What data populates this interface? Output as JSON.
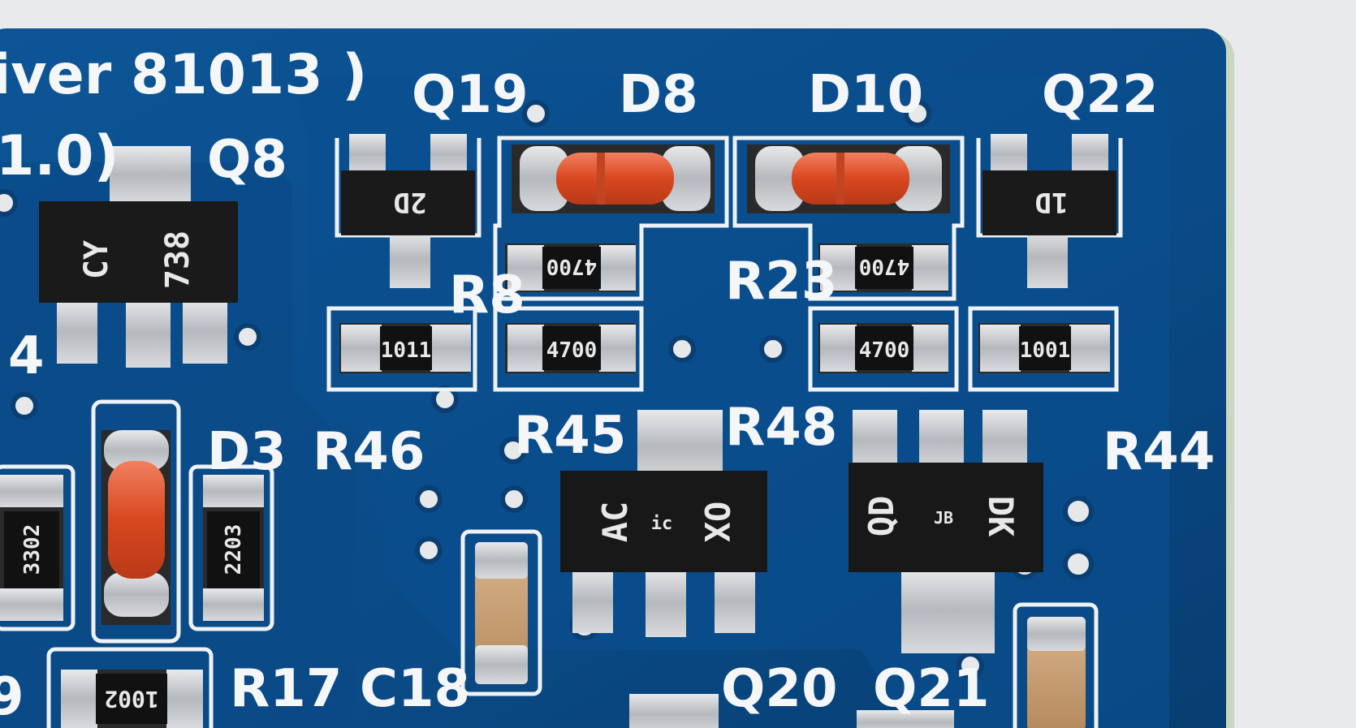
{
  "board": {
    "title_fragment": "iver 81013 )",
    "version_fragment": "1.0)"
  },
  "designators": {
    "Q19": "Q19",
    "D8": "D8",
    "D10": "D10",
    "Q22": "Q22",
    "Q8": "Q8",
    "R8": "R8",
    "R23": "R23",
    "R45": "R45",
    "R48": "R48",
    "R46": "R46",
    "R44": "R44",
    "D3": "D3",
    "R17": "R17",
    "C18": "C18",
    "Q20": "Q20",
    "Q21": "Q21",
    "edge_4": "4",
    "edge_9": "9"
  },
  "part_markings": {
    "q19_code": "2D",
    "q22_code": "1D",
    "q8_line1": "CY",
    "q8_line2": "738",
    "r8_value": "4700",
    "r23_value": "4700",
    "r45_value": "4700",
    "r48_value": "4700",
    "r46_value": "1011",
    "r44_value": "1001",
    "left_res_a": "3302",
    "left_res_b": "2203",
    "bottom_res": "1002",
    "q20_line1": "AC",
    "q20_line2": "OX",
    "q20_logo": "ic",
    "q21_line1": "QD",
    "q21_line2": "DK",
    "q21_logo": "JB"
  },
  "colors": {
    "background": "#e9eaec",
    "pcb": "#0b4b86",
    "pcb_dark": "#083a6a",
    "silkscreen": "#f4f6f8",
    "solder": "#c9ccd0",
    "component": "#1b1b1b",
    "diode_glass": "#e0552e"
  }
}
